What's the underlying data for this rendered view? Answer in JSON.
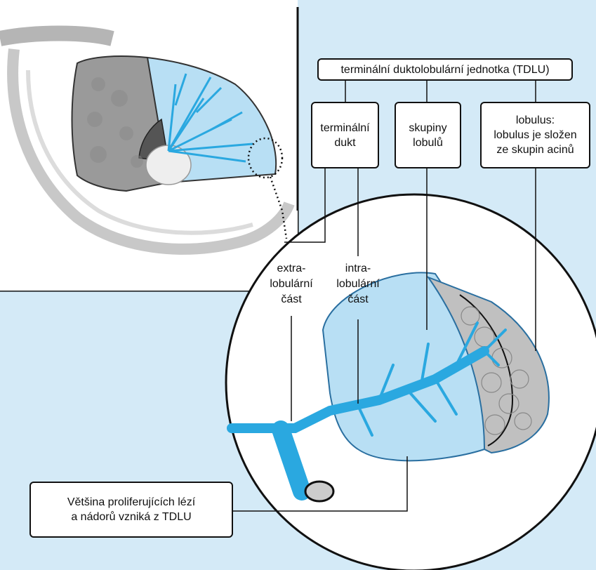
{
  "colors": {
    "background_blue": "#d4eaf7",
    "duct_blue": "#2aa8e0",
    "lobule_light": "#b8dff4",
    "tissue_gray": "#9a9a9a",
    "skin_gray": "#c8c8c8",
    "outline": "#111111"
  },
  "labels": {
    "tdlu": "terminální duktolobulární jednotka (TDLU)",
    "terminal_duct": [
      "terminální",
      "dukt"
    ],
    "lobule_groups": [
      "skupiny",
      "lobulů"
    ],
    "lobulus": [
      "lobulus:",
      "lobulus je složen",
      "ze skupin acinů"
    ],
    "extra": [
      "extra-",
      "lobulární",
      "část"
    ],
    "intra": [
      "intra-",
      "lobulární",
      "část"
    ],
    "note": [
      "Většina proliferujících lézí",
      "a nádorů vzniká z TDLU"
    ]
  }
}
